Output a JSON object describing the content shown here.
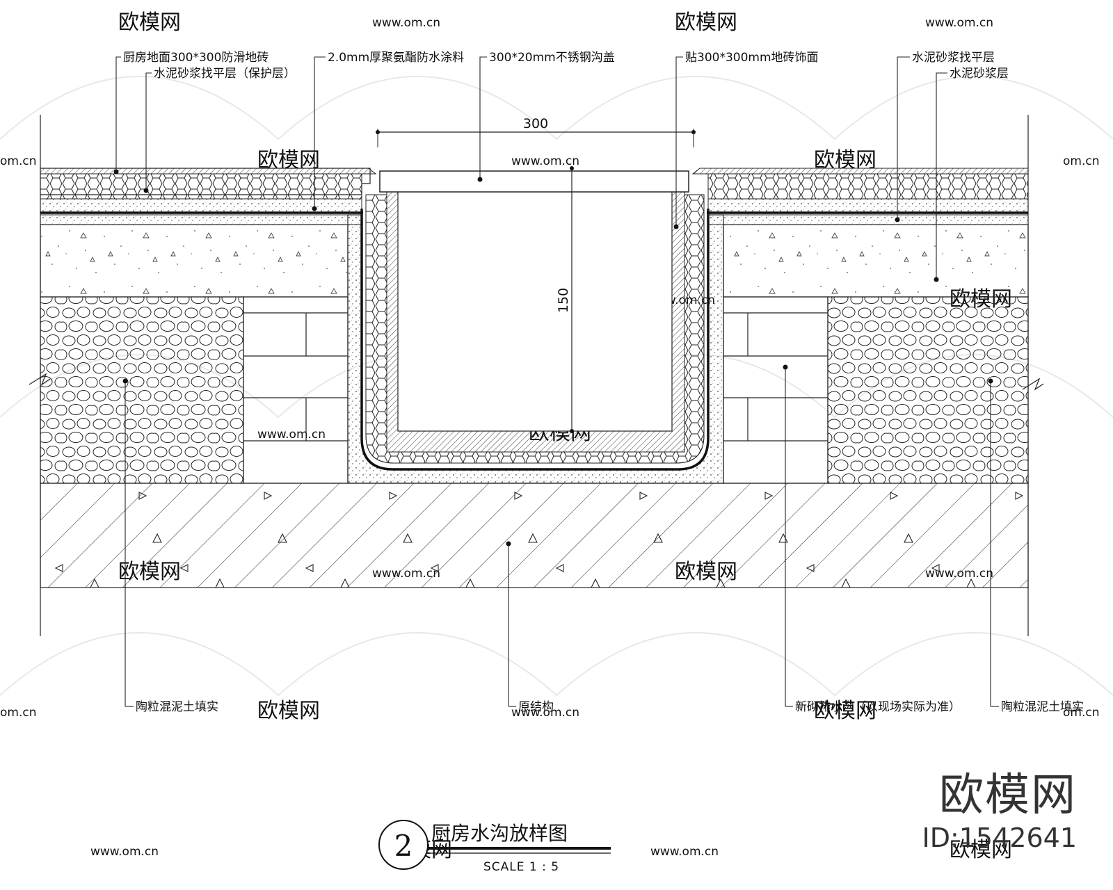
{
  "labels": {
    "top_left_1": "厨房地面300*300防滑地砖",
    "top_left_2": "水泥砂浆找平层（保护层）",
    "top_mid_1": "2.0mm厚聚氨酯防水涂料",
    "top_mid_2": "300*20mm不锈钢沟盖",
    "top_right_1": "贴300*300mm地砖饰面",
    "top_right_2": "水泥砂浆找平层",
    "top_right_3": "水泥砂浆层",
    "bottom_1": "陶粒混泥土填实",
    "bottom_2": "原结构",
    "bottom_3": "新砌排水沟（以现场实际为准）",
    "bottom_4": "陶粒混泥土填实"
  },
  "dimensions": {
    "width": "300",
    "depth": "150"
  },
  "title": {
    "number": "2",
    "text": "厨房水沟放样图",
    "scale": "SCALE  1 : 5"
  },
  "watermark": {
    "brand": "欧模网",
    "url": "www.om.cn",
    "url_short": "om.cn",
    "id": "ID:1542641"
  }
}
